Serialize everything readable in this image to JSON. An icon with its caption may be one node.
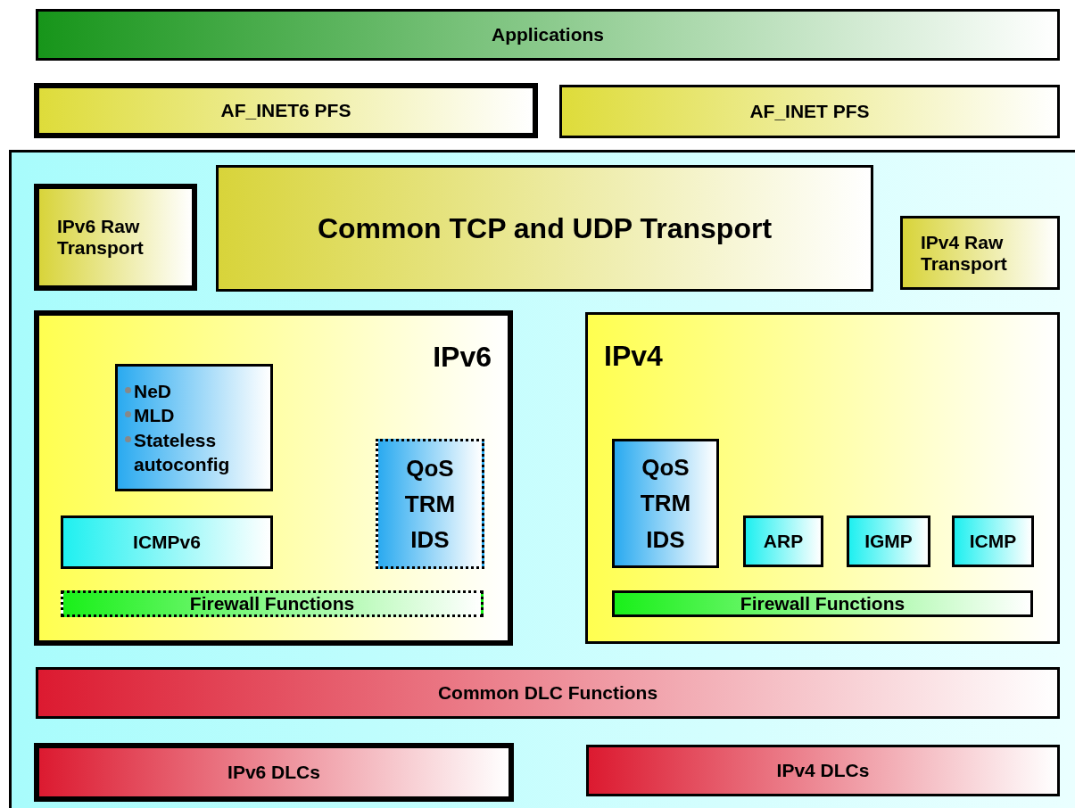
{
  "diagram": {
    "nodes": [
      {
        "text": [
          "Applications"
        ]
      },
      {
        "text": [
          "AF_INET6 PFS"
        ]
      },
      {
        "text": [
          "AF_INET PFS"
        ]
      },
      {
        "text": [],
        "shape": "box"
      },
      {
        "text": [
          "IPv6 Raw Transport"
        ],
        "in": 3
      },
      {
        "text": [
          "Common TCP and UDP Transport"
        ],
        "in": 3
      },
      {
        "text": [
          "IPv4 Raw Transport"
        ],
        "in": 3
      },
      {
        "text": [
          "IPv6"
        ],
        "in": 3
      },
      {
        "text": [
          "NeD",
          "MLD",
          "Stateless autoconfig"
        ],
        "in": 7
      },
      {
        "text": [
          "QoS TRM IDS"
        ],
        "in": 7
      },
      {
        "text": [
          "ICMPv6"
        ],
        "in": 7
      },
      {
        "text": [
          "Firewall Functions"
        ],
        "in": 7
      },
      {
        "text": [
          "IPv4"
        ],
        "in": 3
      },
      {
        "text": [
          "QoS TRM IDS"
        ],
        "in": 12
      },
      {
        "text": [
          "ARP"
        ],
        "in": 12
      },
      {
        "text": [
          "IGMP"
        ],
        "in": 12
      },
      {
        "text": [
          "ICMP"
        ],
        "in": 12
      },
      {
        "text": [
          "Firewall Functions"
        ],
        "in": 12
      },
      {
        "text": [
          "Common DLC Functions"
        ],
        "in": 3
      },
      {
        "text": [
          "IPv6 DLCs"
        ],
        "in": 3
      },
      {
        "text": [
          "IPv4 DLCs"
        ],
        "in": 3
      }
    ],
    "edges": []
  }
}
